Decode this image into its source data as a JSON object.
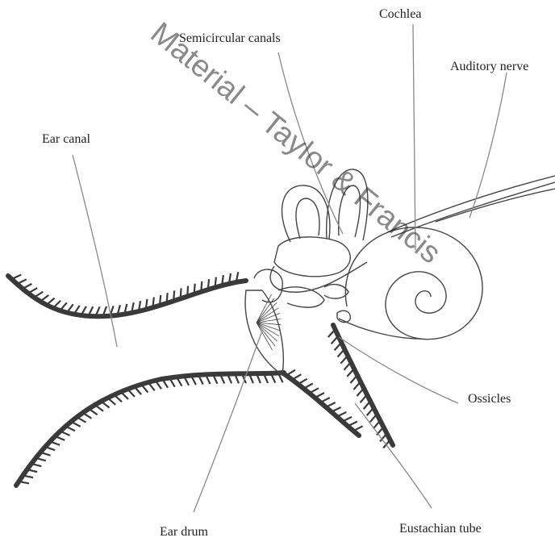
{
  "labels": {
    "cochlea": "Cochlea",
    "semicircular_canals": "Semicircular canals",
    "auditory_nerve": "Auditory nerve",
    "ear_canal": "Ear canal",
    "ossicles": "Ossicles",
    "ear_drum": "Ear drum",
    "eustachian_tube": "Eustachian tube"
  },
  "watermark": "Material – Taylor & Francis",
  "colors": {
    "ink": "#333333",
    "hatch": "#3a3a3a",
    "leader": "#888888"
  }
}
